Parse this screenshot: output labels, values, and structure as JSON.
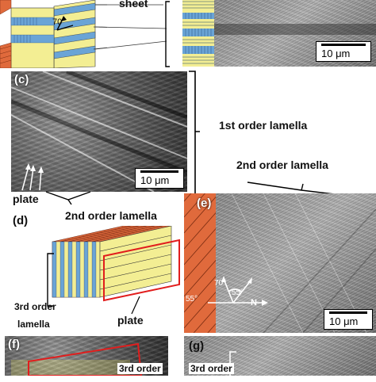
{
  "panels": {
    "a": {
      "label_sheet": "sheet",
      "angle": "70°"
    },
    "b": {
      "scale": "10 μm"
    },
    "c": {
      "letter": "(c)",
      "scale": "10 μm",
      "label_plate": "plate"
    },
    "d": {
      "letter": "(d)",
      "label_3rd": "3rd order",
      "label_lamella": "lamella",
      "label_plate": "plate"
    },
    "e": {
      "letter": "(e)",
      "angle_70": "70°",
      "angle_55_left": "55°",
      "angle_55_right": "55°",
      "north": "N",
      "scale": "10 μm"
    },
    "f": {
      "letter": "(f)",
      "label": "3rd order"
    },
    "g": {
      "letter": "(g)",
      "label": "3rd order"
    }
  },
  "annotations": {
    "first_order": "1st order lamella",
    "second_order_top": "2nd order lamella",
    "second_order_mid": "2nd order lamella"
  },
  "colors": {
    "lamella_orange": "#e06a3c",
    "lamella_yellow": "#f3ee93",
    "lamella_blue": "#6aa4d6",
    "frame_red": "#e11d1d",
    "highlight_yellow": "#f4ef6a"
  }
}
